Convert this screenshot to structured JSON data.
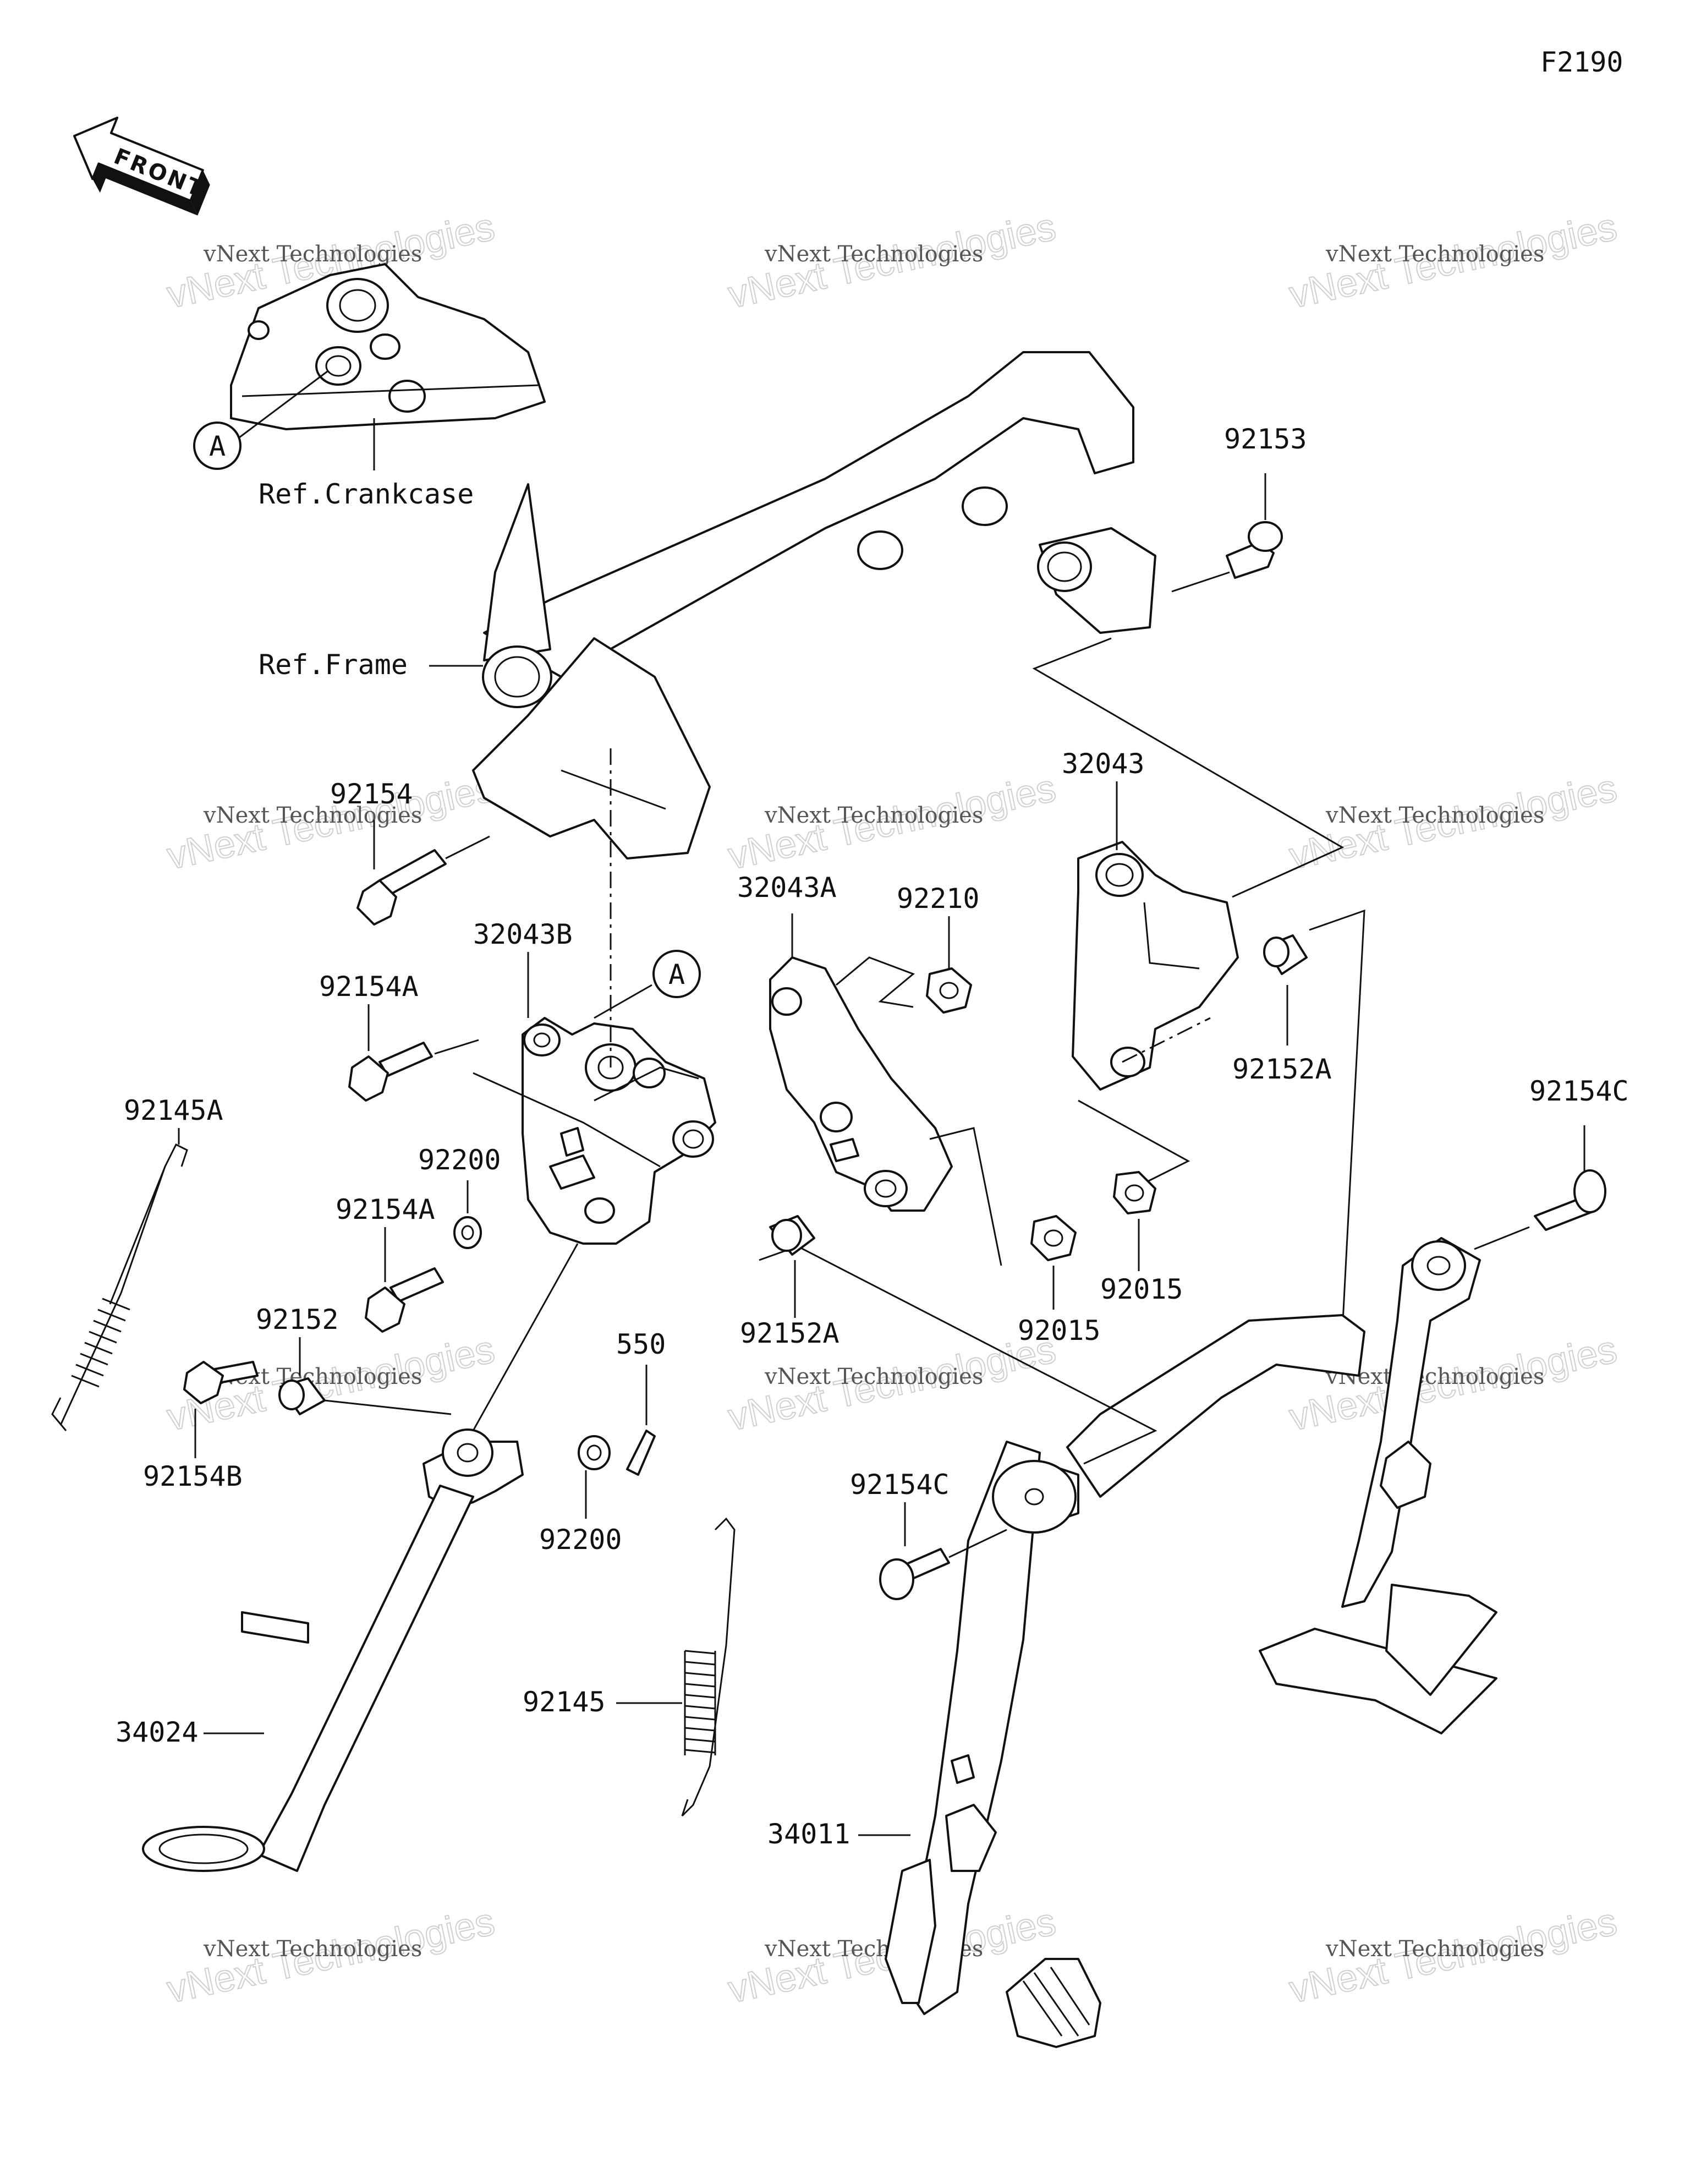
{
  "diagram_code": "F2190",
  "front_arrow_text": "FRONT",
  "ref_labels": {
    "crankcase": "Ref.Crankcase",
    "frame": "Ref.Frame"
  },
  "callout_letter": "A",
  "watermark": {
    "small": "vNext Technologies",
    "big": "vNext Technologies"
  },
  "part_labels": [
    {
      "id": "92153",
      "text": "92153"
    },
    {
      "id": "32043",
      "text": "32043"
    },
    {
      "id": "92154",
      "text": "92154"
    },
    {
      "id": "32043A",
      "text": "32043A"
    },
    {
      "id": "92210",
      "text": "92210"
    },
    {
      "id": "32043B",
      "text": "32043B"
    },
    {
      "id": "92154A-upper",
      "text": "92154A"
    },
    {
      "id": "92145A",
      "text": "92145A"
    },
    {
      "id": "92152A-right",
      "text": "92152A"
    },
    {
      "id": "92154C-right",
      "text": "92154C"
    },
    {
      "id": "92200-upper",
      "text": "92200"
    },
    {
      "id": "92154A-lower",
      "text": "92154A"
    },
    {
      "id": "92015-right",
      "text": "92015"
    },
    {
      "id": "92015-left",
      "text": "92015"
    },
    {
      "id": "92152A-lower",
      "text": "92152A"
    },
    {
      "id": "92152",
      "text": "92152"
    },
    {
      "id": "550",
      "text": "550"
    },
    {
      "id": "92154B",
      "text": "92154B"
    },
    {
      "id": "92200-lower",
      "text": "92200"
    },
    {
      "id": "92154C-lower",
      "text": "92154C"
    },
    {
      "id": "34024",
      "text": "34024"
    },
    {
      "id": "92145",
      "text": "92145"
    },
    {
      "id": "34011",
      "text": "34011"
    }
  ]
}
